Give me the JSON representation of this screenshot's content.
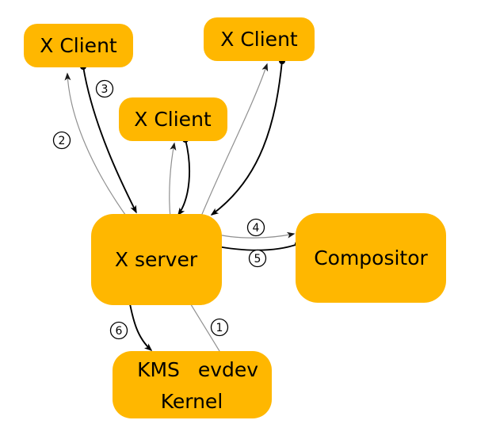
{
  "diagram": {
    "nodes": {
      "client_top_left": {
        "label": "X Client"
      },
      "client_top_right": {
        "label": "X Client"
      },
      "client_middle": {
        "label": "X Client"
      },
      "x_server": {
        "label": "X server"
      },
      "compositor": {
        "label": "Compositor"
      },
      "kernel": {
        "label": "Kernel",
        "kms": "KMS",
        "evdev": "evdev"
      }
    },
    "steps": {
      "s1": {
        "number": "1"
      },
      "s2": {
        "number": "2"
      },
      "s3": {
        "number": "3"
      },
      "s4": {
        "number": "4"
      },
      "s5": {
        "number": "5"
      },
      "s6": {
        "number": "6"
      }
    },
    "edges": {
      "evdev_to_xserver": {
        "step": "1",
        "style": "gray"
      },
      "xserver_to_clients": {
        "step": "2",
        "style": "gray"
      },
      "clients_to_xserver": {
        "step": "3",
        "style": "black"
      },
      "xserver_to_compositor": {
        "step": "4",
        "style": "gray"
      },
      "compositor_to_xserver": {
        "step": "5",
        "style": "black"
      },
      "xserver_to_kms": {
        "step": "6",
        "style": "black"
      }
    },
    "colors": {
      "node_fill": "#FFB700",
      "edge_black": "#000000",
      "edge_gray": "#909090",
      "text": "#000000",
      "background": "#FFFFFF"
    }
  }
}
